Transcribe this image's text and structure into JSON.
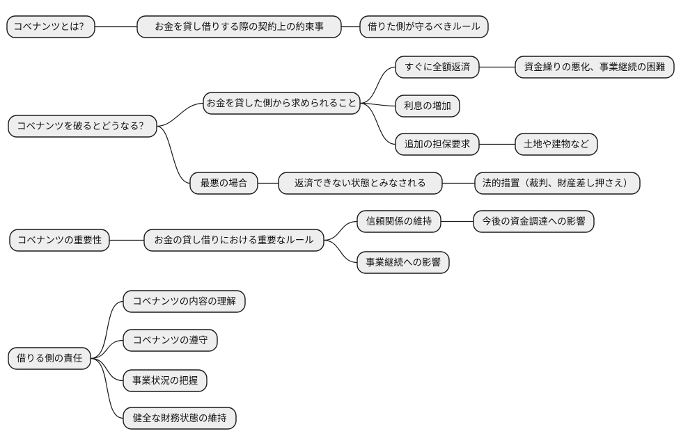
{
  "mindmap": {
    "style": {
      "background": "#ffffff",
      "node_fill": "#eeeeee",
      "node_border": "#1a1a1a",
      "text_color": "#111111",
      "connector_color": "#1a1a1a"
    },
    "trees": [
      {
        "label": "コベナンツとは？",
        "children": [
          {
            "label": "お金を貸し借りする際の契約上の約束事",
            "children": [
              {
                "label": "借りた側が守るべきルール",
                "children": []
              }
            ]
          }
        ]
      },
      {
        "label": "コベナンツを破るとどうなる？",
        "children": [
          {
            "label": "お金を貸した側から求められること",
            "children": [
              {
                "label": "すぐに全額返済",
                "children": [
                  {
                    "label": "資金繰りの悪化、事業継続の困難",
                    "children": []
                  }
                ]
              },
              {
                "label": "利息の増加",
                "children": []
              },
              {
                "label": "追加の担保要求",
                "children": [
                  {
                    "label": "土地や建物など",
                    "children": []
                  }
                ]
              }
            ]
          },
          {
            "label": "最悪の場合",
            "children": [
              {
                "label": "返済できない状態とみなされる",
                "children": [
                  {
                    "label": "法的措置（裁判、財産差し押さえ）",
                    "children": []
                  }
                ]
              }
            ]
          }
        ]
      },
      {
        "label": "コベナンツの重要性",
        "children": [
          {
            "label": "お金の貸し借りにおける重要なルール",
            "children": [
              {
                "label": "信頼関係の維持",
                "children": [
                  {
                    "label": "今後の資金調達への影響",
                    "children": []
                  }
                ]
              },
              {
                "label": "事業継続への影響",
                "children": []
              }
            ]
          }
        ]
      },
      {
        "label": "借りる側の責任",
        "children": [
          {
            "label": "コベナンツの内容の理解",
            "children": []
          },
          {
            "label": "コベナンツの遵守",
            "children": []
          },
          {
            "label": "事業状況の把握",
            "children": []
          },
          {
            "label": "健全な財務状態の維持",
            "children": []
          }
        ]
      }
    ]
  }
}
